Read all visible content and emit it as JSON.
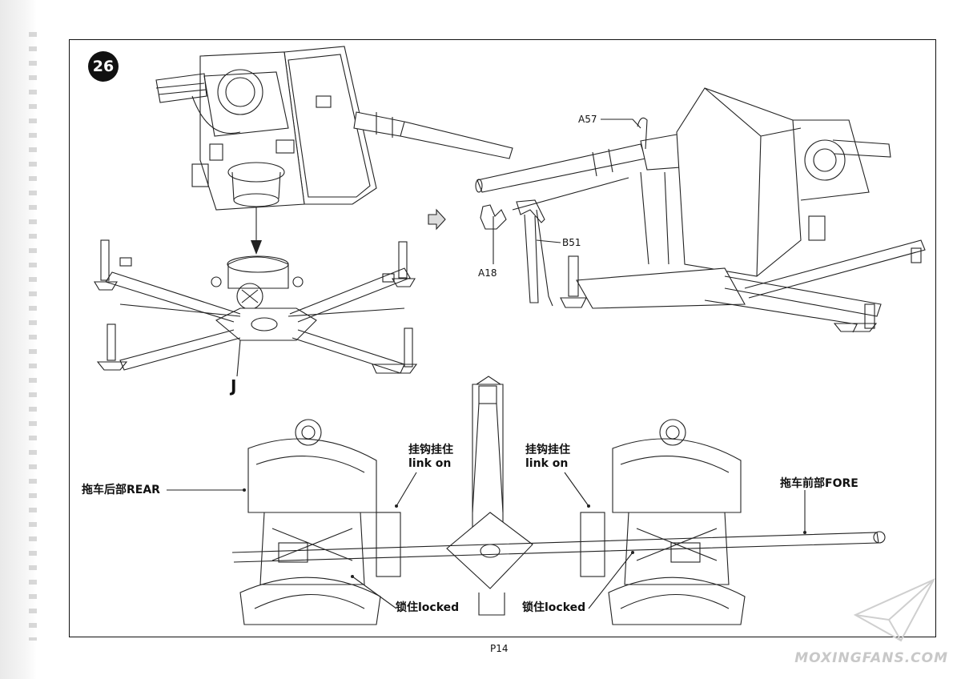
{
  "step": {
    "number": "26"
  },
  "parts": {
    "a57": "A57",
    "a18": "A18",
    "b51": "B51",
    "j": "J"
  },
  "callouts": {
    "link_on_left_cn": "挂钩挂住",
    "link_on_left_en": "link on",
    "link_on_right_cn": "挂钩挂住",
    "link_on_right_en": "link on",
    "rear": "拖车后部REAR",
    "fore": "拖车前部FORE",
    "locked_left": "锁住locked",
    "locked_right": "锁住locked"
  },
  "page": {
    "number": "P14"
  },
  "watermark": {
    "text": "MOXINGFANS.COM"
  },
  "colors": {
    "ink": "#111111",
    "paper": "#ffffff",
    "watermark": "#c8c8c8"
  },
  "icons": {
    "arrow": "right-arrow-icon"
  }
}
